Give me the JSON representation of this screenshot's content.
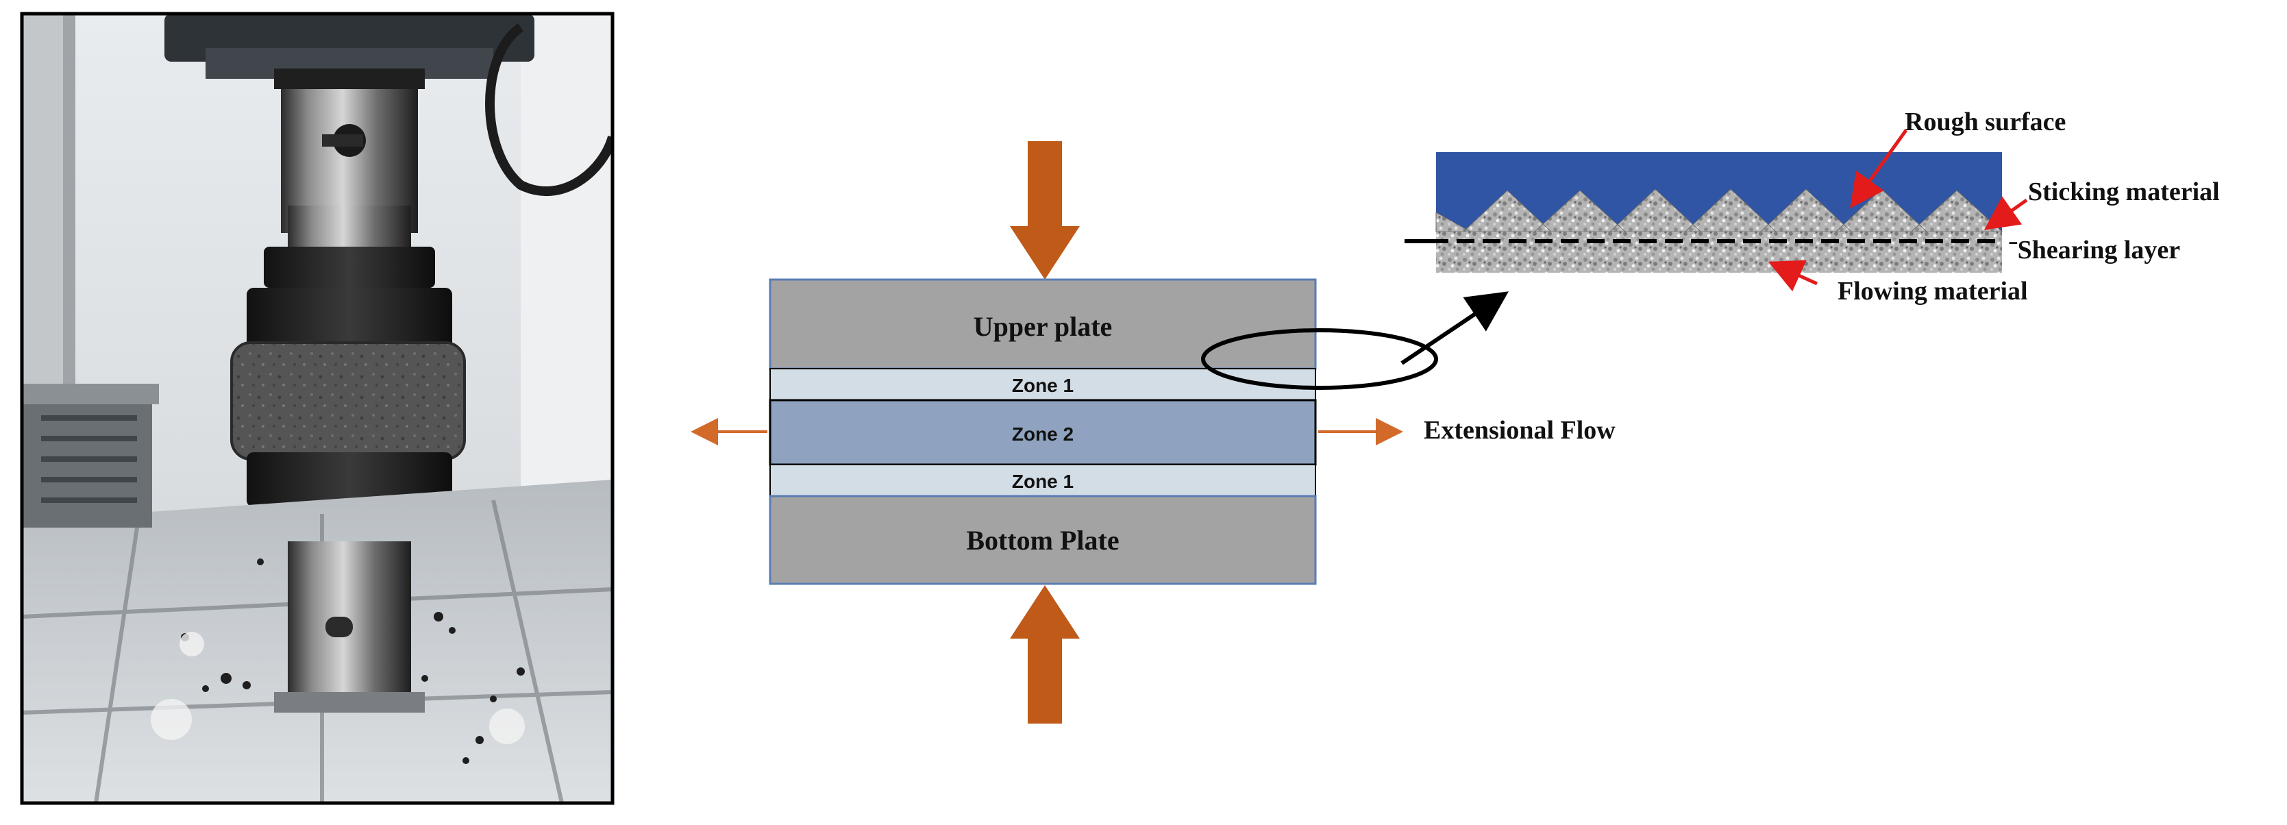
{
  "colors": {
    "plate_fill": "#a3a3a3",
    "plate_stroke": "#5b7db3",
    "zone1_fill": "#d3dde6",
    "zone2_fill": "#8fa3c0",
    "arrow_orange": "#c05a18",
    "blue_block": "#2f55a4",
    "label_red": "#e31b1b",
    "photo_frame": "#000000"
  },
  "photo": {
    "description_icon": "compression-test-rig-photo"
  },
  "diagram": {
    "upper_plate_label": "Upper plate",
    "bottom_plate_label": "Bottom Plate",
    "zone1_top_label": "Zone 1",
    "zone2_label": "Zone 2",
    "zone1_bottom_label": "Zone 1",
    "extensional_flow_label": "Extensional Flow"
  },
  "inset": {
    "rough_surface_label": "Rough surface",
    "sticking_material_label": "Sticking material",
    "shearing_layer_label": "Shearing layer",
    "flowing_material_label": "Flowing material"
  }
}
